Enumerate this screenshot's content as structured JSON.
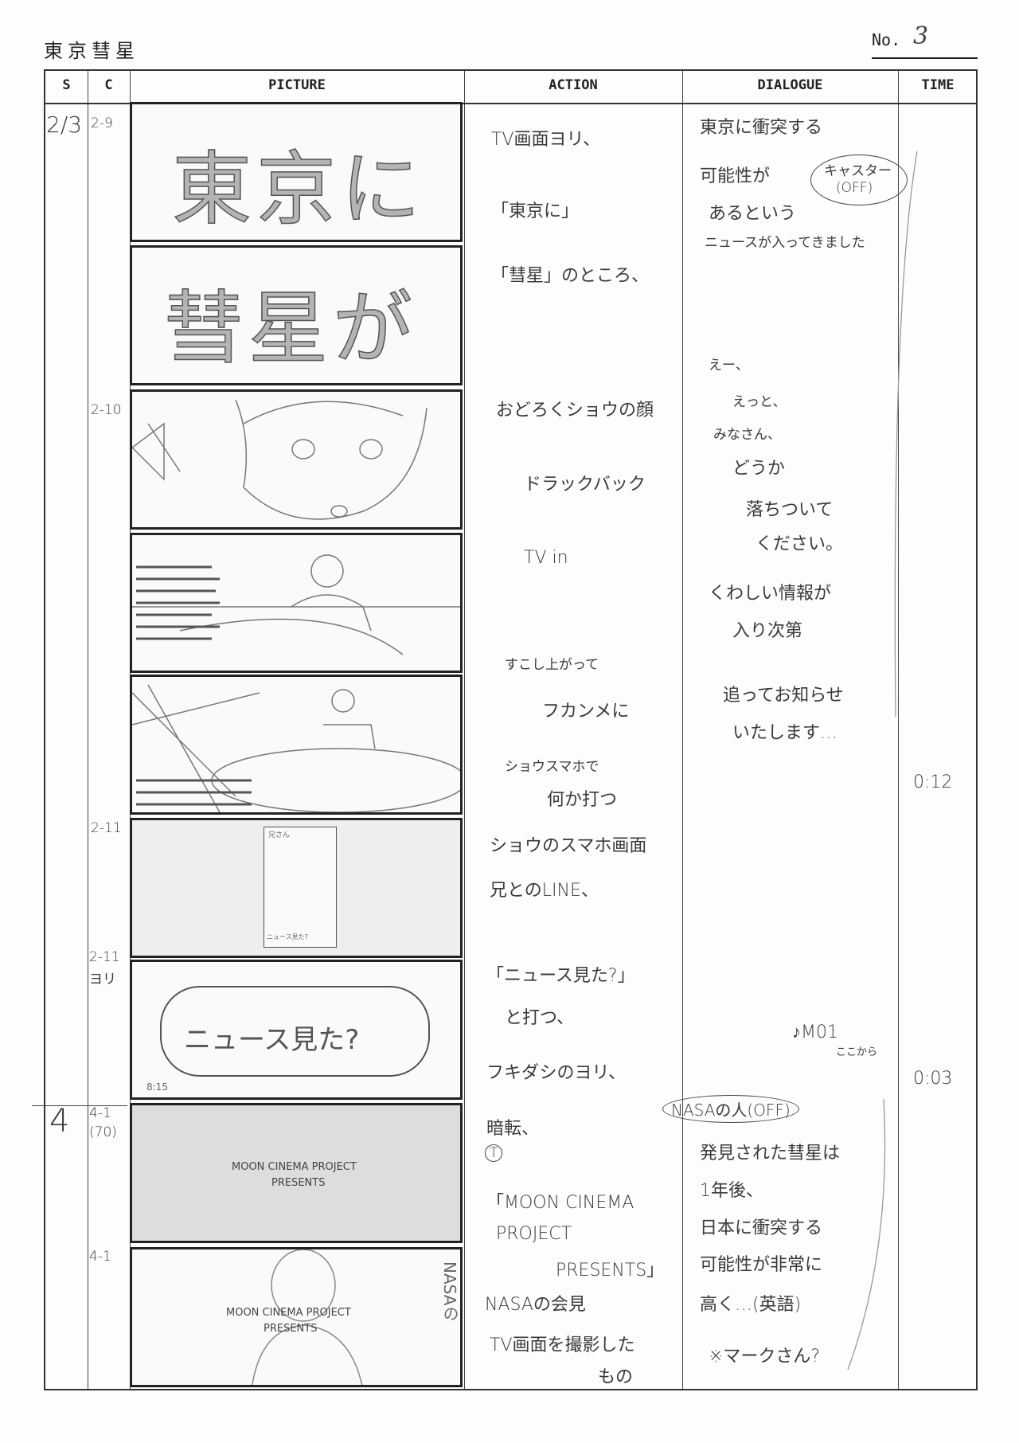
{
  "header": {
    "title": "東京彗星",
    "no_label": "No.",
    "no_value": "3"
  },
  "columns": {
    "s": "S",
    "c": "C",
    "picture": "PICTURE",
    "action": "ACTION",
    "dialogue": "DIALOGUE",
    "time": "TIME"
  },
  "scene": {
    "s1": "2/3",
    "s2": "4"
  },
  "cuts": {
    "c1": "2-9",
    "c2": "2-10",
    "c3": "2-11",
    "c4": "2-11",
    "c4b": "ヨリ",
    "c5": "4-1",
    "c5b": "(70)",
    "c6": "4-1"
  },
  "pictures": {
    "p1": "東京に",
    "p2": "彗星が",
    "p8a": "MOON CINEMA PROJECT",
    "p8b": "PRESENTS",
    "p9a": "MOON CINEMA PROJECT",
    "p9b": "PRESENTS",
    "p9c": "NASAの",
    "p6a": "兄さん",
    "p6b": "ニュース見た?",
    "p7": "ニュース見た?",
    "p7t": "8:15"
  },
  "action": [
    "TV画面ヨリ、",
    "「東京に」",
    "「彗星」のところ、",
    "おどろくショウの顔",
    "ドラックバック",
    "TV in",
    "すこし上がって",
    "フカンメに",
    "ショウスマホで",
    "何か打つ",
    "ショウのスマホ画面",
    "兄とのLINE、",
    "「ニュース見た?」",
    "と打つ、",
    "フキダシのヨリ、",
    "暗転、",
    "T",
    "「MOON CINEMA",
    "PROJECT",
    "PRESENTS」",
    "NASAの会見",
    "TV画面を撮影した",
    "もの"
  ],
  "dialogue": [
    "東京に衝突する",
    "可能性が",
    "キャスター",
    "(OFF)",
    "あるという",
    "ニュースが入ってきました",
    "えー、",
    "えっと、",
    "みなさん、",
    "どうか",
    "落ちついて",
    "ください。",
    "くわしい情報が",
    "入り次第",
    "追ってお知らせ",
    "いたします…",
    "♪M01",
    "ここから",
    "NASAの人(OFF)",
    "発見された彗星は",
    "1年後、",
    "日本に衝突する",
    "可能性が非常に",
    "高く…(英語)",
    "※マークさん?"
  ],
  "time": {
    "t1": "0:12",
    "t2": "0:03"
  }
}
